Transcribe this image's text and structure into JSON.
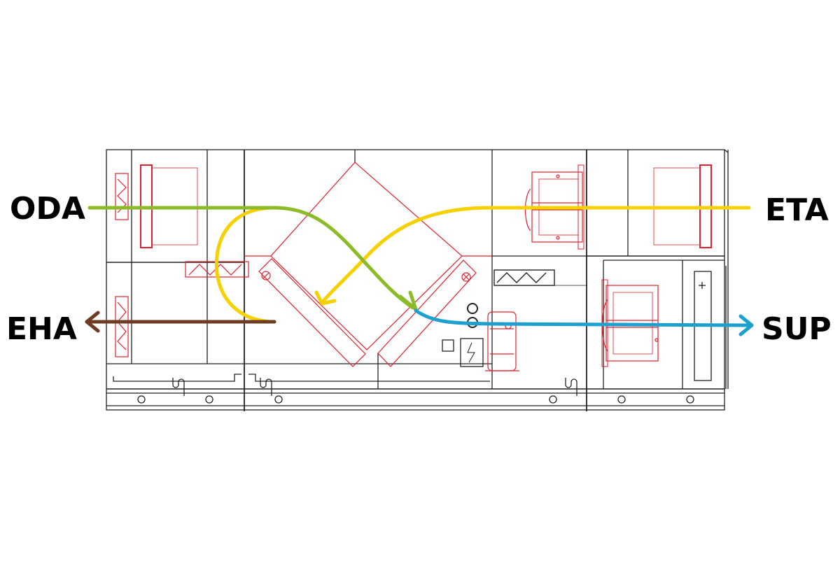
{
  "labels": {
    "outdoor_air": "ODA",
    "extract_air": "ETA",
    "exhaust_air": "EHA",
    "supply_air": "SUP"
  },
  "colors": {
    "outdoor_air": "#8bbb26",
    "extract_air": "#f7d000",
    "exhaust_air": "#6e3b25",
    "supply_air": "#1ea0cf",
    "component": "#e0202c",
    "casing": "#222222"
  }
}
